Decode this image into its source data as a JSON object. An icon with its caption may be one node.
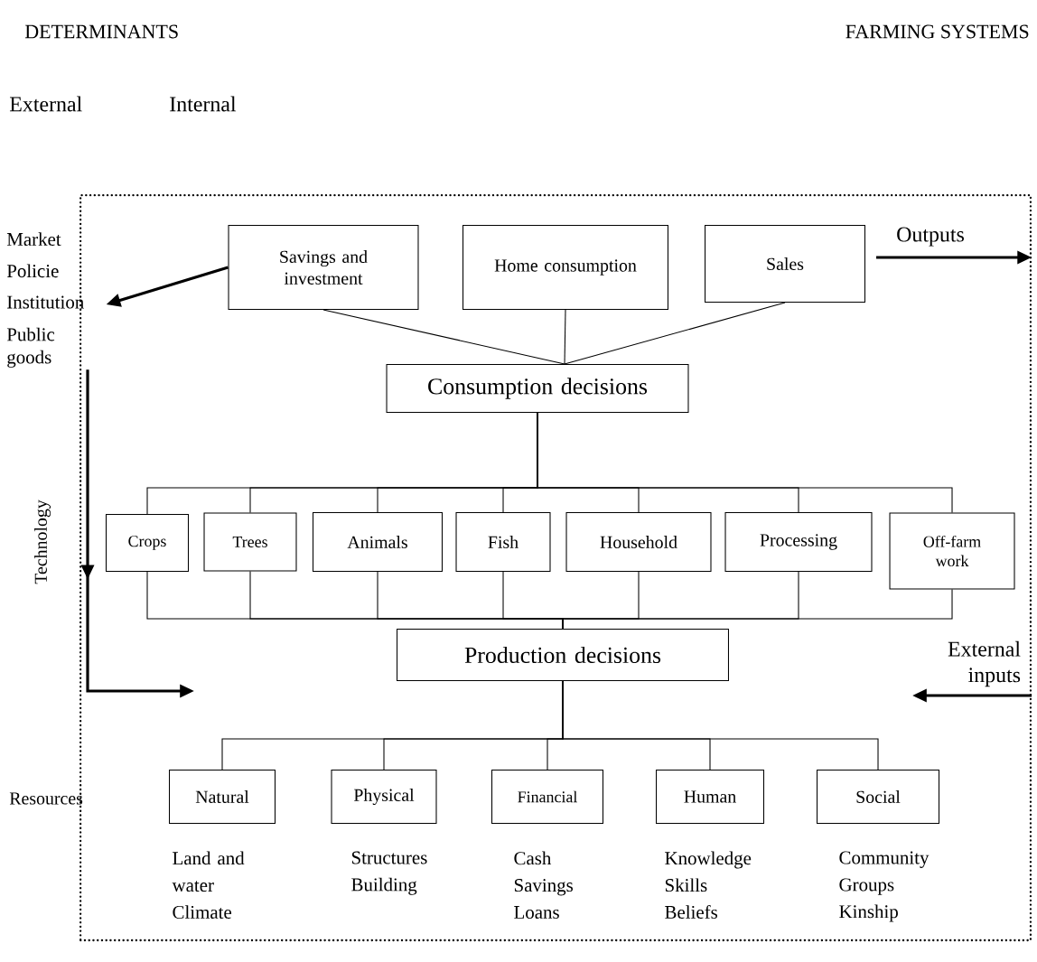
{
  "diagram": {
    "nodes": [
      {
        "text": [],
        "shape": "box"
      },
      {
        "text": [
          "Savings and investment"
        ],
        "in": 0
      },
      {
        "text": [
          "Home consumption"
        ],
        "in": 0
      },
      {
        "text": [
          "Sales"
        ],
        "in": 0
      },
      {
        "text": [
          "Market",
          "Policie",
          "Institution",
          "Public goods"
        ]
      },
      {
        "text": [
          "Consumption decisions"
        ],
        "in": 0
      },
      {
        "text": [
          "Crops"
        ],
        "in": 0
      },
      {
        "text": [
          "Trees"
        ],
        "in": 0
      },
      {
        "text": [
          "Animals"
        ],
        "in": 0
      },
      {
        "text": [
          "Fish"
        ],
        "in": 0
      },
      {
        "text": [
          "Household"
        ],
        "in": 0
      },
      {
        "text": [
          "Processing"
        ],
        "in": 0
      },
      {
        "text": [
          "Off-farm work"
        ],
        "in": 0
      },
      {
        "text": [
          "Production decisions"
        ],
        "in": 0
      },
      {
        "text": [
          "Natural"
        ],
        "in": 0,
        "beside": [
          "Land and water",
          "Climate"
        ]
      },
      {
        "text": [
          "Physical"
        ],
        "in": 0,
        "beside": [
          "Structures",
          "Building"
        ]
      },
      {
        "text": [
          "Financial"
        ],
        "in": 0,
        "beside": [
          "Cash",
          "Savings",
          "Loans"
        ]
      },
      {
        "text": [
          "Human"
        ],
        "in": 0,
        "beside": [
          "Knowledge",
          "Skills",
          "Beliefs"
        ]
      },
      {
        "text": [
          "Social"
        ],
        "in": 0,
        "beside": [
          "Community",
          "Groups",
          "Kinship"
        ]
      }
    ],
    "edges": [
      {
        "from": 1,
        "to": 5,
        "arrow": "none"
      },
      {
        "from": 2,
        "to": 5,
        "arrow": "none"
      },
      {
        "from": 3,
        "to": 5,
        "arrow": "none"
      },
      {
        "from": 1,
        "to": 4,
        "arrow": "to",
        "style": "thick"
      },
      {
        "from": 3,
        "to": 0,
        "arrow": "to",
        "style": "thick",
        "label": "Outputs"
      },
      {
        "from": 0,
        "to": null,
        "arrow": "to",
        "style": "thick",
        "label": "External inputs"
      },
      {
        "from": 4,
        "to": null,
        "arrow": "to",
        "style": "thick"
      },
      {
        "from": 5,
        "to": 6,
        "arrow": "none"
      },
      {
        "from": 5,
        "to": 7,
        "arrow": "none"
      },
      {
        "from": 5,
        "to": 8,
        "arrow": "none"
      },
      {
        "from": 5,
        "to": 9,
        "arrow": "none"
      },
      {
        "from": 5,
        "to": 10,
        "arrow": "none"
      },
      {
        "from": 5,
        "to": 11,
        "arrow": "none"
      },
      {
        "from": 5,
        "to": 12,
        "arrow": "none"
      },
      {
        "from": 6,
        "to": 13,
        "arrow": "none"
      },
      {
        "from": 7,
        "to": 13,
        "arrow": "none"
      },
      {
        "from": 8,
        "to": 13,
        "arrow": "none"
      },
      {
        "from": 9,
        "to": 13,
        "arrow": "none"
      },
      {
        "from": 10,
        "to": 13,
        "arrow": "none"
      },
      {
        "from": 11,
        "to": 13,
        "arrow": "none"
      },
      {
        "from": 12,
        "to": 13,
        "arrow": "none"
      },
      {
        "from": 13,
        "to": 14,
        "arrow": "none"
      },
      {
        "from": 13,
        "to": 15,
        "arrow": "none"
      },
      {
        "from": 13,
        "to": 16,
        "arrow": "none"
      },
      {
        "from": 13,
        "to": 17,
        "arrow": "none"
      },
      {
        "from": 13,
        "to": 18,
        "arrow": "none"
      }
    ],
    "labels": [
      "DETERMINANTS",
      "FARMING SYSTEMS",
      "External",
      "Internal",
      "Technology",
      "Resources"
    ]
  }
}
